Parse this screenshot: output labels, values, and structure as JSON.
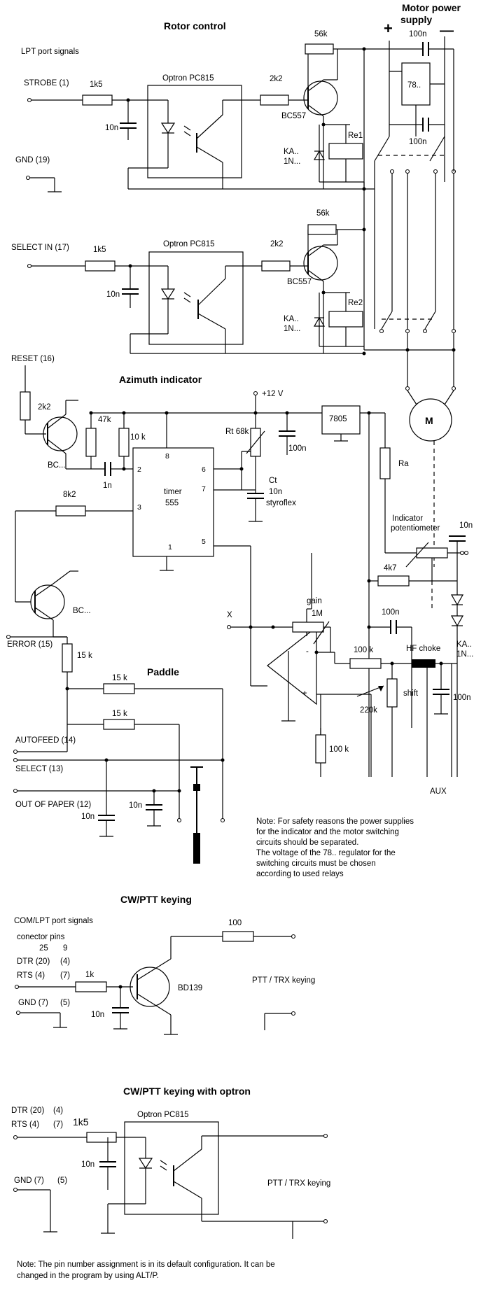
{
  "headings": {
    "rotor": "Rotor control",
    "psu": [
      "Motor power",
      "supply"
    ],
    "azimuth": "Azimuth indicator",
    "paddle": "Paddle",
    "cw": "CW/PTT keying",
    "cw_opt": "CW/PTT keying with optron"
  },
  "labels": {
    "lpt_signals": "LPT port signals",
    "strobe": "STROBE (1)",
    "gnd19": "GND (19)",
    "select_in": "SELECT IN (17)",
    "reset": "RESET (16)",
    "error": "ERROR (15)",
    "autofeed": "AUTOFEED (14)",
    "select": "SELECT (13)",
    "out_of_paper": "OUT OF PAPER (12)",
    "x": "X",
    "aux": "AUX",
    "plus12": "+12 V",
    "plus": "+",
    "minus": "—",
    "m": "M",
    "com_lpt": "COM/LPT port signals",
    "connector_pins": "conector pins",
    "pins25": "25",
    "pins9": "9",
    "dtr": "DTR (20)",
    "dtr_p": "(4)",
    "rts": "RTS  (4)",
    "rts_p": "(7)",
    "gnd7": "GND (7)",
    "gnd7_p": "(5)",
    "ptt": "PTT / TRX keying"
  },
  "parts": {
    "r1k5": "1k5",
    "c10n": "10n",
    "optron": "Optron PC815",
    "r2k2": "2k2",
    "r56k": "56k",
    "bc557": "BC557",
    "re1": "Re1",
    "re2": "Re2",
    "ka": "KA..",
    "one_n": "1N...",
    "c100n": "100n",
    "reg78": "78..",
    "r47k": "47k",
    "r10k": "10 k",
    "c1n": "1n",
    "bc": "BC...",
    "r8k2": "8k2",
    "timer": "timer",
    "t555": "555",
    "pin8": "8",
    "pin2": "2",
    "pin3": "3",
    "pin6": "6",
    "pin7": "7",
    "pin1": "1",
    "pin5": "5",
    "rt": "Rt 68k",
    "ct": "Ct",
    "styro": "styroflex",
    "reg7805": "7805",
    "ra": "Ra",
    "ind_pot": [
      "Indicator",
      "potentiometer"
    ],
    "r4k7": "4k7",
    "gain": "gain",
    "r1m": "1M",
    "r100k": "100 k",
    "hf_choke": "HF choke",
    "shift": "shift",
    "r220k": "220k",
    "r15k": "15 k",
    "r1k": "1k",
    "bd139": "BD139",
    "r100": "100",
    "minus_in": "-",
    "plus_in": "+"
  },
  "notes": {
    "safety": [
      "Note: For safety reasons the power supplies",
      "for the indicator and the motor switching",
      "circuits should be separated.",
      "The voltage of the 78.. regulator for the",
      "switching circuits must be chosen",
      "according to used relays"
    ],
    "pins": [
      "Note: The pin number assignment is in its default configuration. It can be",
      "changed in the program by using ALT/P."
    ]
  }
}
